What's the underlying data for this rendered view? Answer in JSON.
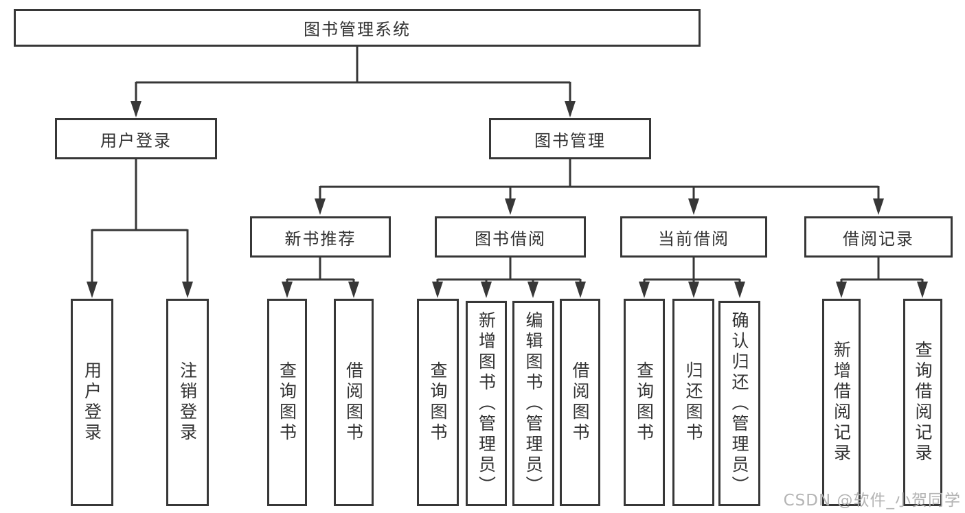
{
  "diagram_title": "图书管理系统",
  "nodes": {
    "root": "图书管理系统",
    "user_login": "用户登录",
    "book_management": "图书管理",
    "new_book_recommend": "新书推荐",
    "book_borrow": "图书借阅",
    "current_borrow": "当前借阅",
    "borrow_records": "借阅记录",
    "leaf_user_login": "用户登录",
    "leaf_logout": "注销登录",
    "leaf_nb_query_books": "查询图书",
    "leaf_nb_borrow_books": "借阅图书",
    "leaf_bb_query_books": "查询图书",
    "leaf_bb_add_books": "新增图书（管理员）",
    "leaf_bb_edit_books": "编辑图书（管理员）",
    "leaf_bb_borrow_books": "借阅图书",
    "leaf_cb_query_books": "查询图书",
    "leaf_cb_return_books": "归还图书",
    "leaf_cb_confirm_return": "确认归还（管理员）",
    "leaf_br_add_record": "新增借阅记录",
    "leaf_br_query_record": "查询借阅记录"
  },
  "watermark": "CSDN @软件_小贺同学",
  "colors": {
    "line": "#373737",
    "text": "#333333",
    "watermark": "#b4b4b4",
    "background": "#ffffff"
  }
}
